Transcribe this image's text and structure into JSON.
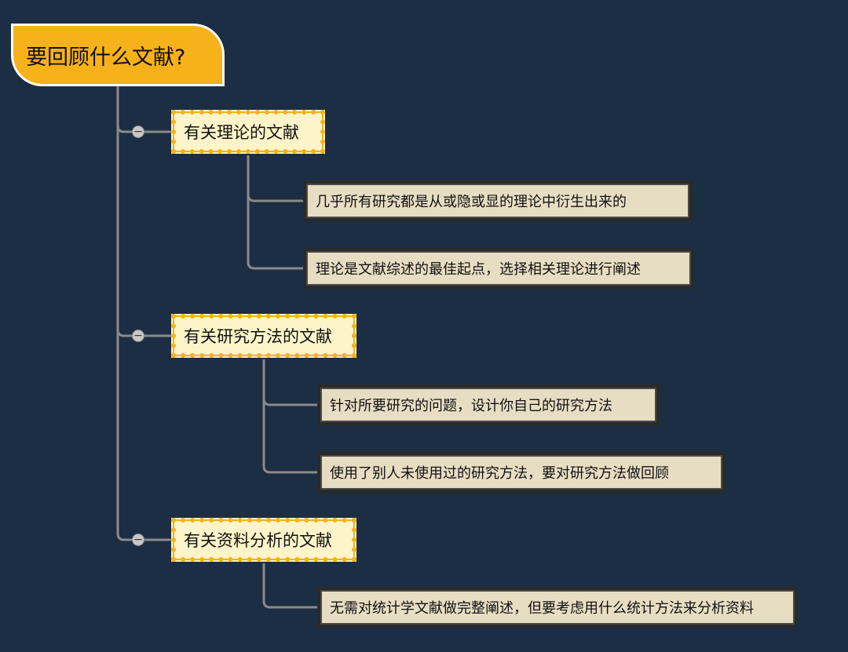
{
  "root": {
    "label": "要回顾什么文献?"
  },
  "branches": [
    {
      "label": "有关理论的文献",
      "toggle": "−",
      "children": [
        "几乎所有研究都是从或隐或显的理论中衍生出来的",
        "理论是文献综述的最佳起点，选择相关理论进行阐述"
      ]
    },
    {
      "label": "有关研究方法的文献",
      "toggle": "−",
      "children": [
        "针对所要研究的问题，设计你自己的研究方法",
        "使用了别人未使用过的研究方法，要对研究方法做回顾"
      ]
    },
    {
      "label": "有关资料分析的文献",
      "toggle": "−",
      "children": [
        "无需对统计学文献做完整阐述，但要考虑用什么统计方法来分析资料"
      ]
    }
  ],
  "colors": {
    "background": "#1c2e43",
    "root_fill": "#f7b11a",
    "branch_fill": "#fdf5c9",
    "branch_border": "#f7b11a",
    "leaf_fill": "#e7ddc3",
    "connector": "#8a8a8a"
  }
}
